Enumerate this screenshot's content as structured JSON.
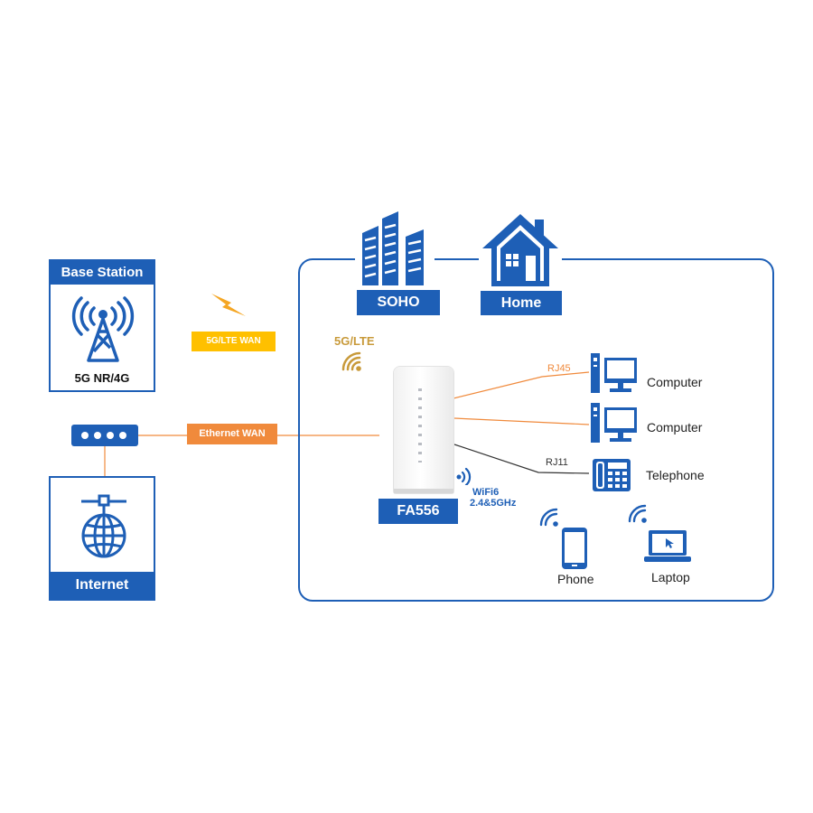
{
  "base_station": {
    "header": "Base Station",
    "caption": "5G NR/4G"
  },
  "internet": {
    "caption": "Internet"
  },
  "links": {
    "cellular_wan": "5G/LTE WAN",
    "ethernet_wan": "Ethernet WAN"
  },
  "scene": {
    "soho": "SOHO",
    "home": "Home"
  },
  "router": {
    "name": "FA556",
    "cell_signal_label": "5G/LTE",
    "wifi_label_line1": "WiFi6",
    "wifi_label_line2": "2.4&5GHz"
  },
  "ports": {
    "rj45": "RJ45",
    "rj11": "RJ11"
  },
  "devices": {
    "computer_1": "Computer",
    "computer_2": "Computer",
    "telephone": "Telephone",
    "phone": "Phone",
    "laptop": "Laptop"
  },
  "colors": {
    "blue": "#1e5fb6",
    "orange": "#f08a3c",
    "yellow": "#ffc000",
    "gold": "#c89a3a",
    "dark_line": "#333333"
  }
}
